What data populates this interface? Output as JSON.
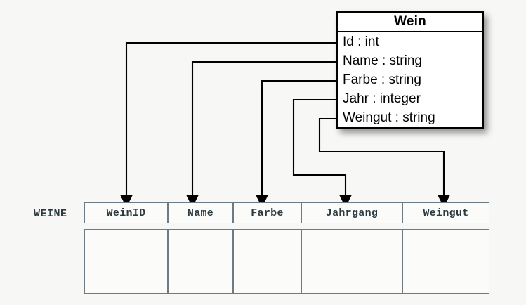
{
  "diagram": {
    "type": "uml-to-relational-mapping",
    "background_color": "#f7f7f6",
    "line_color": "#000000",
    "table_border_color": "#6b7c85",
    "table_text_color": "#2c3b42"
  },
  "uml_class": {
    "name": "Wein",
    "attributes": [
      {
        "label": "Id : int",
        "name": "Id",
        "type": "int"
      },
      {
        "label": "Name : string",
        "name": "Name",
        "type": "string"
      },
      {
        "label": "Farbe : string",
        "name": "Farbe",
        "type": "string"
      },
      {
        "label": "Jahr : integer",
        "name": "Jahr",
        "type": "integer"
      },
      {
        "label": "Weingut : string",
        "name": "Weingut",
        "type": "string"
      }
    ]
  },
  "relational_table": {
    "table_name": "WEINE",
    "columns": [
      {
        "header": "WeinID"
      },
      {
        "header": "Name"
      },
      {
        "header": "Farbe"
      },
      {
        "header": "Jahrgang"
      },
      {
        "header": "Weingut"
      }
    ],
    "body_rows": [
      [
        "",
        "",
        "",
        "",
        ""
      ]
    ]
  },
  "mappings": [
    {
      "from": "Id",
      "to": "WeinID"
    },
    {
      "from": "Name",
      "to": "Name"
    },
    {
      "from": "Farbe",
      "to": "Farbe"
    },
    {
      "from": "Jahr",
      "to": "Jahrgang"
    },
    {
      "from": "Weingut",
      "to": "Weingut"
    }
  ]
}
